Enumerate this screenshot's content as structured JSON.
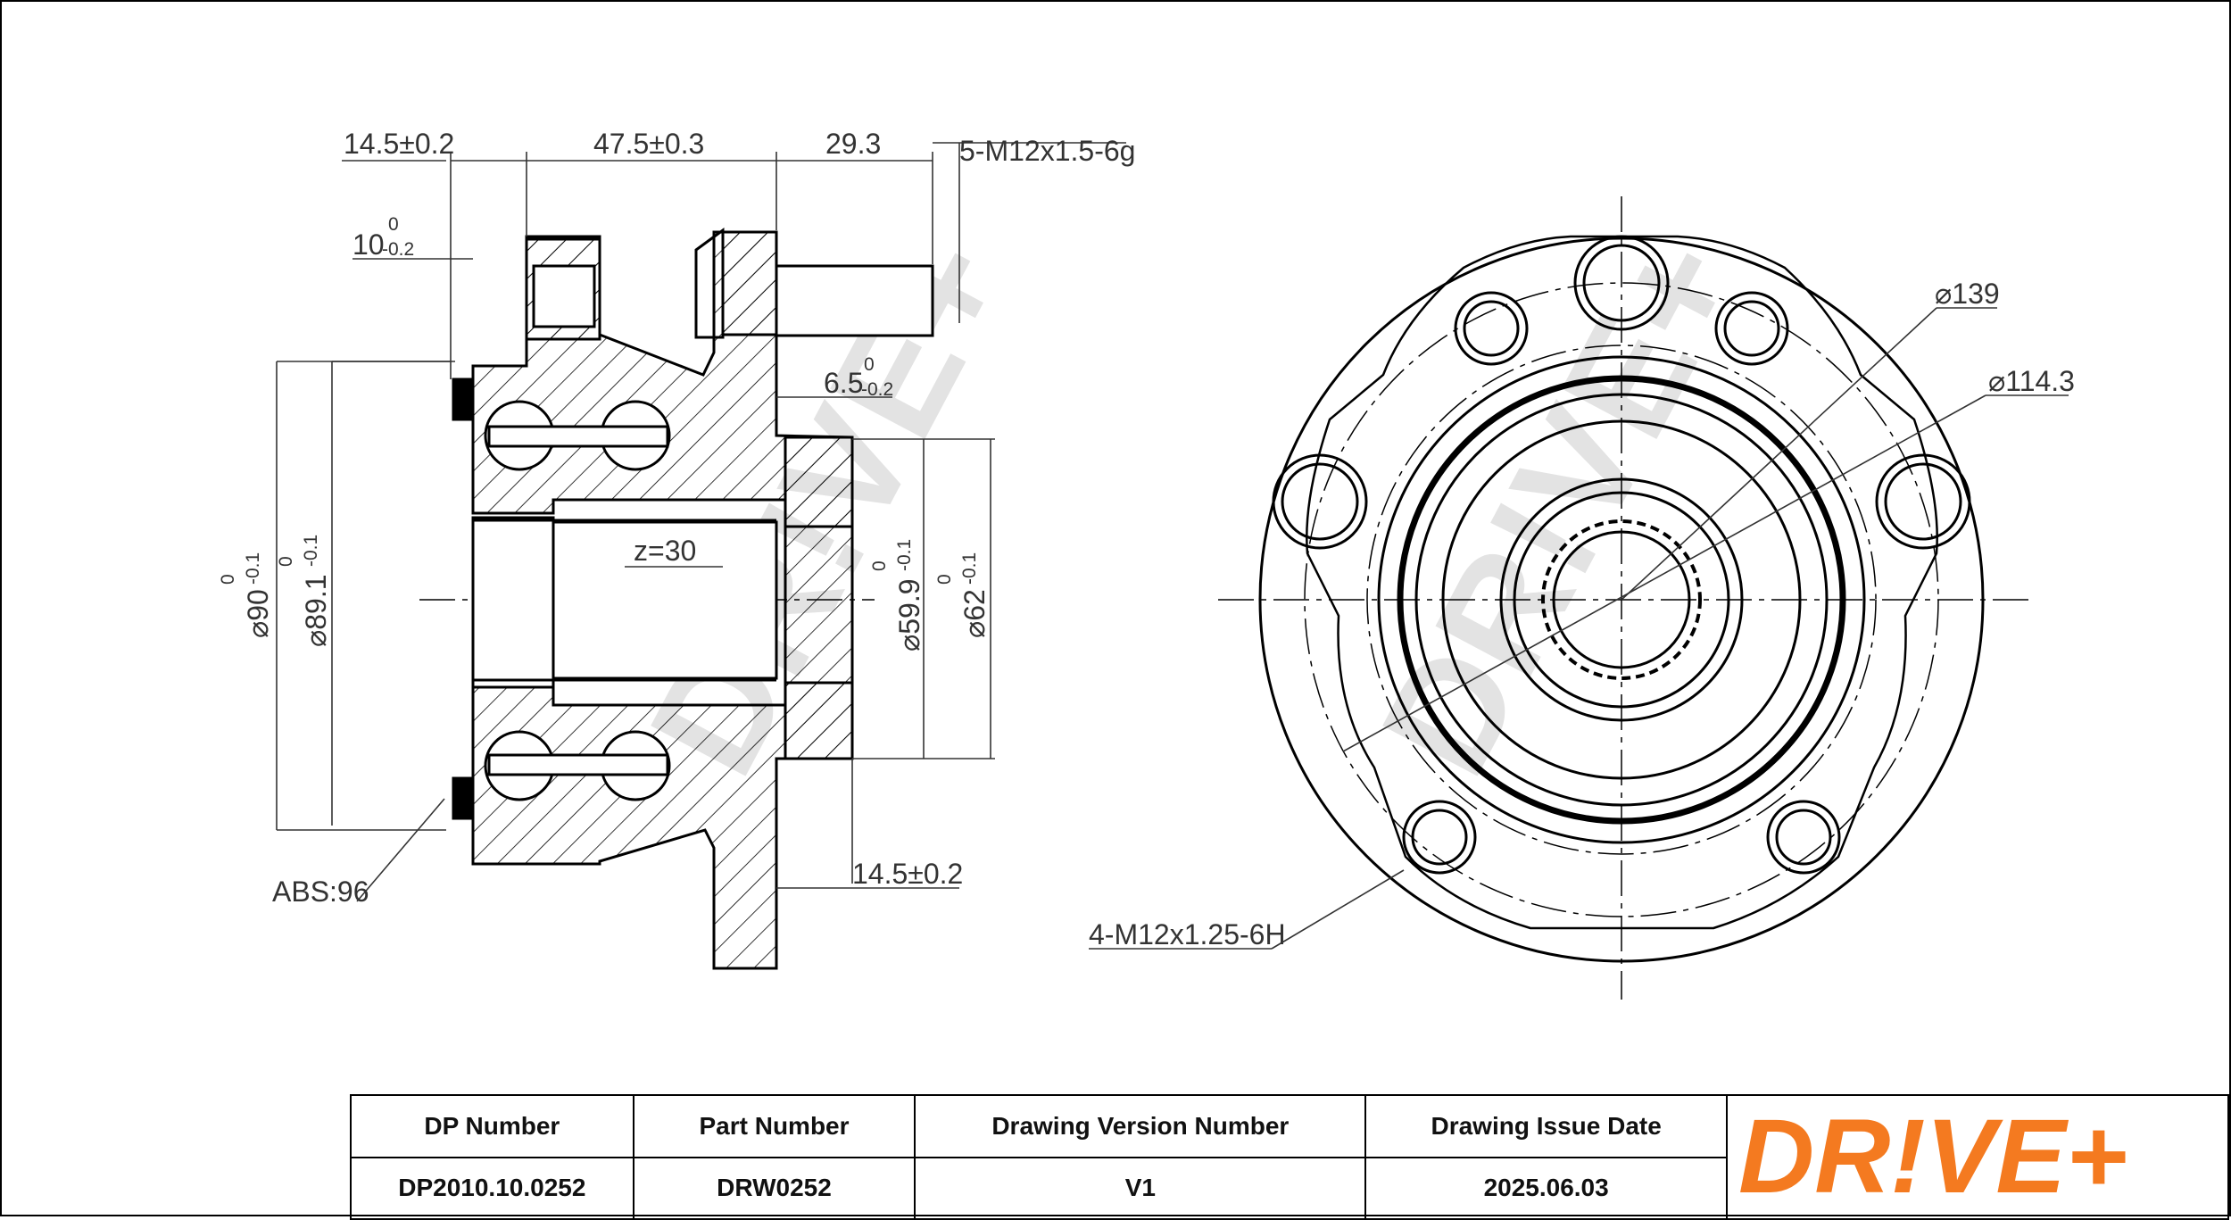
{
  "dimensions": {
    "d1": "14.5±0.2",
    "d2": "47.5±0.3",
    "d3": "29.3",
    "thread_stud": "5-M12x1.5-6g",
    "d10_base": "10",
    "d10_upper": "0",
    "d10_lower": "-0.2",
    "d65_base": "6.5",
    "d65_upper": "0",
    "d65_lower": "-0.2",
    "teeth": "z=30",
    "dia90": "⌀90",
    "dia90_upper": "0",
    "dia90_lower": "-0.1",
    "dia89": "⌀89.1",
    "dia89_upper": "0",
    "dia89_lower": "-0.1",
    "dia59": "⌀59.9",
    "dia59_upper": "0",
    "dia59_lower": "-0.1",
    "dia62": "⌀62",
    "dia62_upper": "0",
    "dia62_lower": "-0.1",
    "abs": "ABS:96",
    "d_bottom": "14.5±0.2",
    "pcd139": "⌀139",
    "pcd114": "⌀114.3",
    "thread_hole": "4-M12x1.25-6H"
  },
  "watermark": "DR!VE+",
  "table": {
    "headers": [
      "DP Number",
      "Part Number",
      "Drawing Version Number",
      "Drawing Issue Date"
    ],
    "values": [
      "DP2010.10.0252",
      "DRW0252",
      "V1",
      "2025.06.03"
    ]
  },
  "logo": "DR!VE+",
  "colors": {
    "brand": "#f47a20",
    "line": "#000000",
    "watermark": "#e3e3e3"
  }
}
